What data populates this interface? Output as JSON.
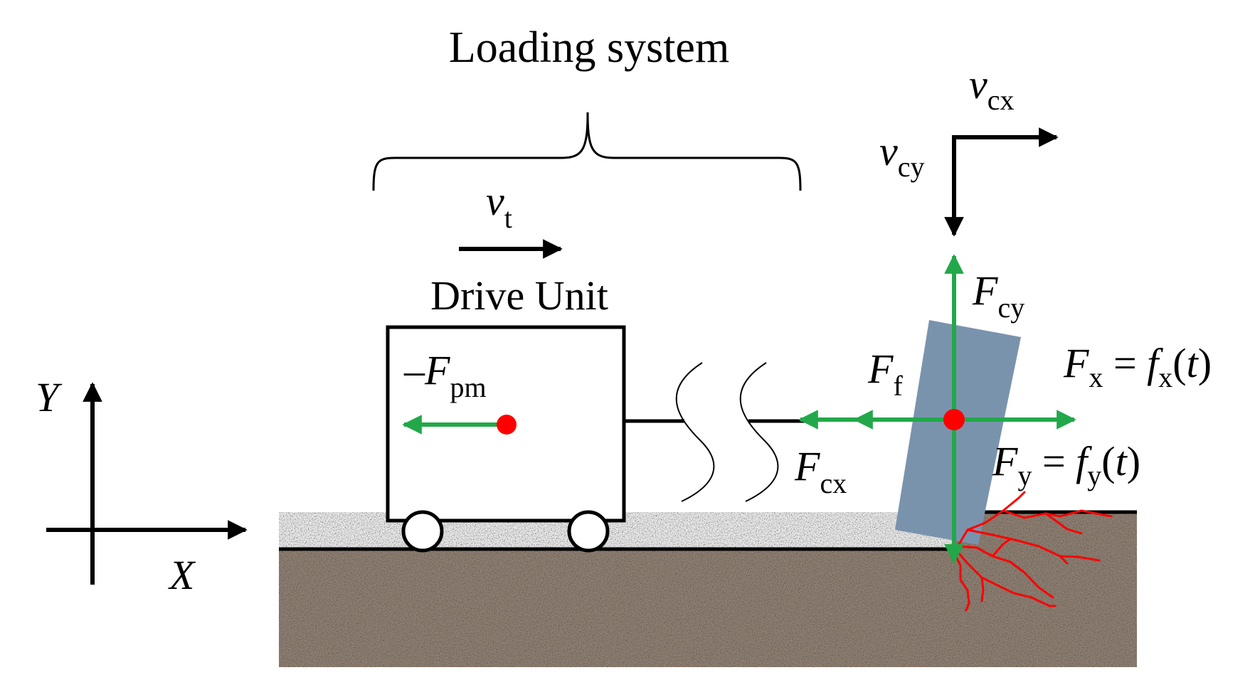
{
  "title": "Loading system",
  "drive_unit_label": "Drive Unit",
  "axes": {
    "x": "X",
    "y": "Y"
  },
  "velocities": {
    "vt": {
      "sym": "v",
      "sub": "t"
    },
    "vcx": {
      "sym": "v",
      "sub": "cx"
    },
    "vcy": {
      "sym": "v",
      "sub": "cy"
    }
  },
  "forces": {
    "fpm": {
      "prefix": "–",
      "sym": "F",
      "sub": "pm"
    },
    "fcy": {
      "sym": "F",
      "sub": "cy"
    },
    "ff": {
      "sym": "F",
      "sub": "f"
    },
    "fcx": {
      "sym": "F",
      "sub": "cx"
    },
    "fx": {
      "sym": "F",
      "sub": "x",
      "eq": " = ",
      "fn": "f",
      "fn_sub": "x",
      "arg_open": "(",
      "arg": "t",
      "arg_close": ")"
    },
    "fy": {
      "sym": "F",
      "sub": "y",
      "eq": " = ",
      "fn": "f",
      "fn_sub": "y",
      "arg_open": "(",
      "arg": "t",
      "arg_close": ")"
    }
  },
  "colors": {
    "force_arrow": "#22a84a",
    "point": "#ff0000",
    "roots": "#ff0000",
    "plate": "#7a93ad",
    "soil": "#9a8a7c",
    "line": "#000000"
  }
}
